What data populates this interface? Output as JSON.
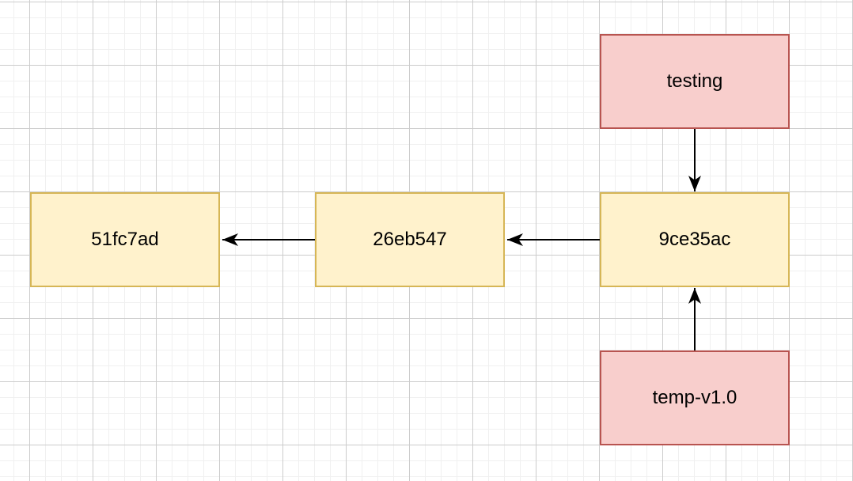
{
  "diagram": {
    "nodes": [
      {
        "id": "51fc7ad",
        "label": "51fc7ad",
        "fill": "#FFF2CC",
        "stroke": "#D6B656"
      },
      {
        "id": "26eb547",
        "label": "26eb547",
        "fill": "#FFF2CC",
        "stroke": "#D6B656"
      },
      {
        "id": "9ce35ac",
        "label": "9ce35ac",
        "fill": "#FFF2CC",
        "stroke": "#D6B656"
      },
      {
        "id": "testing",
        "label": "testing",
        "fill": "#F8CECC",
        "stroke": "#B85450"
      },
      {
        "id": "temp-v1.0",
        "label": "temp-v1.0",
        "fill": "#F8CECC",
        "stroke": "#B85450"
      }
    ],
    "edges": [
      {
        "from": "9ce35ac",
        "to": "26eb547",
        "direction": "left"
      },
      {
        "from": "26eb547",
        "to": "51fc7ad",
        "direction": "left"
      },
      {
        "from": "testing",
        "to": "9ce35ac",
        "direction": "down"
      },
      {
        "from": "temp-v1.0",
        "to": "9ce35ac",
        "direction": "up"
      }
    ],
    "edge_color": "#000000",
    "canvas": {
      "background": "#FFFFFF",
      "grid_minor_color": "#F0F0F0",
      "grid_major_color": "#CCCCCC"
    }
  }
}
